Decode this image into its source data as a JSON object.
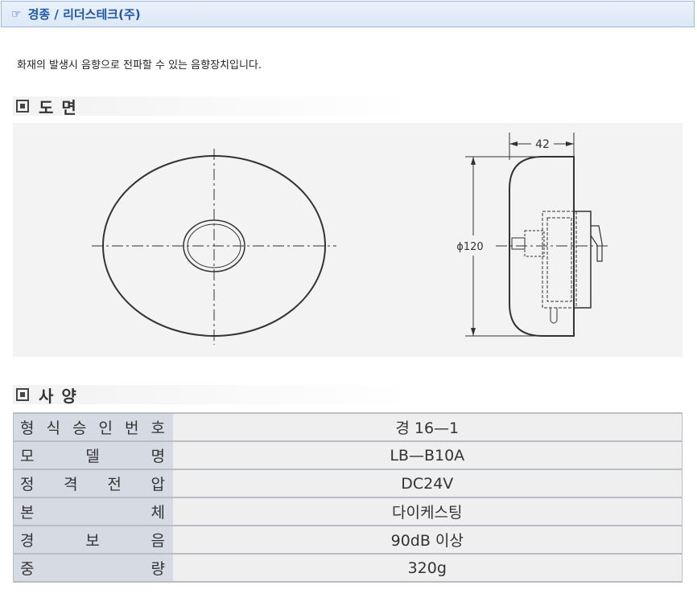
{
  "header": {
    "icon": "pointing-hand-icon",
    "title": "경종 / 리더스테크(주)"
  },
  "description": "화재의 발생시 음향으로 전파할 수 있는 음향장치입니다.",
  "sections": {
    "drawing": {
      "title_chars": [
        "도",
        "면"
      ]
    },
    "spec": {
      "title_chars": [
        "사",
        "양"
      ]
    }
  },
  "drawing_labels": {
    "width_dim": "42",
    "diameter_dim": "ϕ120"
  },
  "spec_rows": [
    {
      "key_chars": [
        "형",
        "식",
        "승",
        "인",
        "번",
        "호"
      ],
      "value": "경 16—1"
    },
    {
      "key_chars": [
        "모",
        "델",
        "명"
      ],
      "value": "LB—B10A"
    },
    {
      "key_chars": [
        "정",
        "격",
        "전",
        "압"
      ],
      "value": "DC24V"
    },
    {
      "key_chars": [
        "본",
        "체"
      ],
      "value": "다이케스팅"
    },
    {
      "key_chars": [
        "경",
        "보",
        "음"
      ],
      "value": "90dB 이상"
    },
    {
      "key_chars": [
        "중",
        "량"
      ],
      "value": "320g"
    }
  ]
}
